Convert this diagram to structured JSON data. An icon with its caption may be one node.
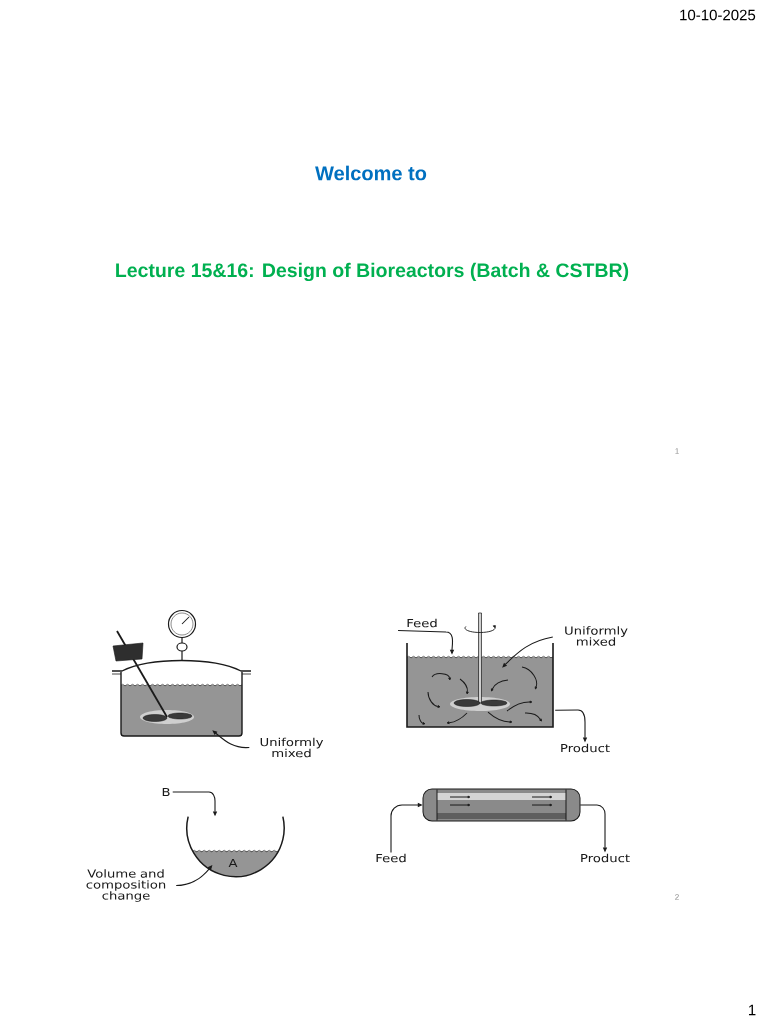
{
  "diagram": {
    "title": "Lecture 15&16: Design of Bioreactors (Batch & CSTBR)",
    "nodes": [
      {
        "text": [],
        "shape": "picture"
      },
      {
        "text": [
          "Uniformly mixed"
        ]
      },
      {
        "text": [
          "Feed"
        ]
      },
      {
        "text": [],
        "shape": "picture"
      },
      {
        "text": [
          "Uniformly mixed"
        ]
      },
      {
        "text": [
          "Product"
        ]
      },
      {
        "text": [
          "B"
        ]
      },
      {
        "text": [],
        "shape": "picture"
      },
      {
        "text": [
          "Volume and composition change"
        ]
      },
      {
        "text": [],
        "shape": "picture"
      },
      {
        "text": [
          "Feed"
        ]
      },
      {
        "text": [
          "Product"
        ]
      }
    ],
    "edges": [
      {
        "from": 1,
        "to": 0,
        "arrow": "to"
      },
      {
        "from": 2,
        "to": 3,
        "arrow": "to"
      },
      {
        "from": 4,
        "to": 3,
        "arrow": "to"
      },
      {
        "from": 3,
        "to": 5,
        "arrow": "to"
      },
      {
        "from": 6,
        "to": 7,
        "arrow": "to"
      },
      {
        "from": 8,
        "to": 7,
        "arrow": "to"
      },
      {
        "from": 10,
        "to": 9,
        "arrow": "to"
      },
      {
        "from": 9,
        "to": 11,
        "arrow": "to"
      }
    ],
    "labels": [
      "10-10-2025",
      "Welcome to",
      "1",
      "A",
      "2",
      "1"
    ]
  }
}
